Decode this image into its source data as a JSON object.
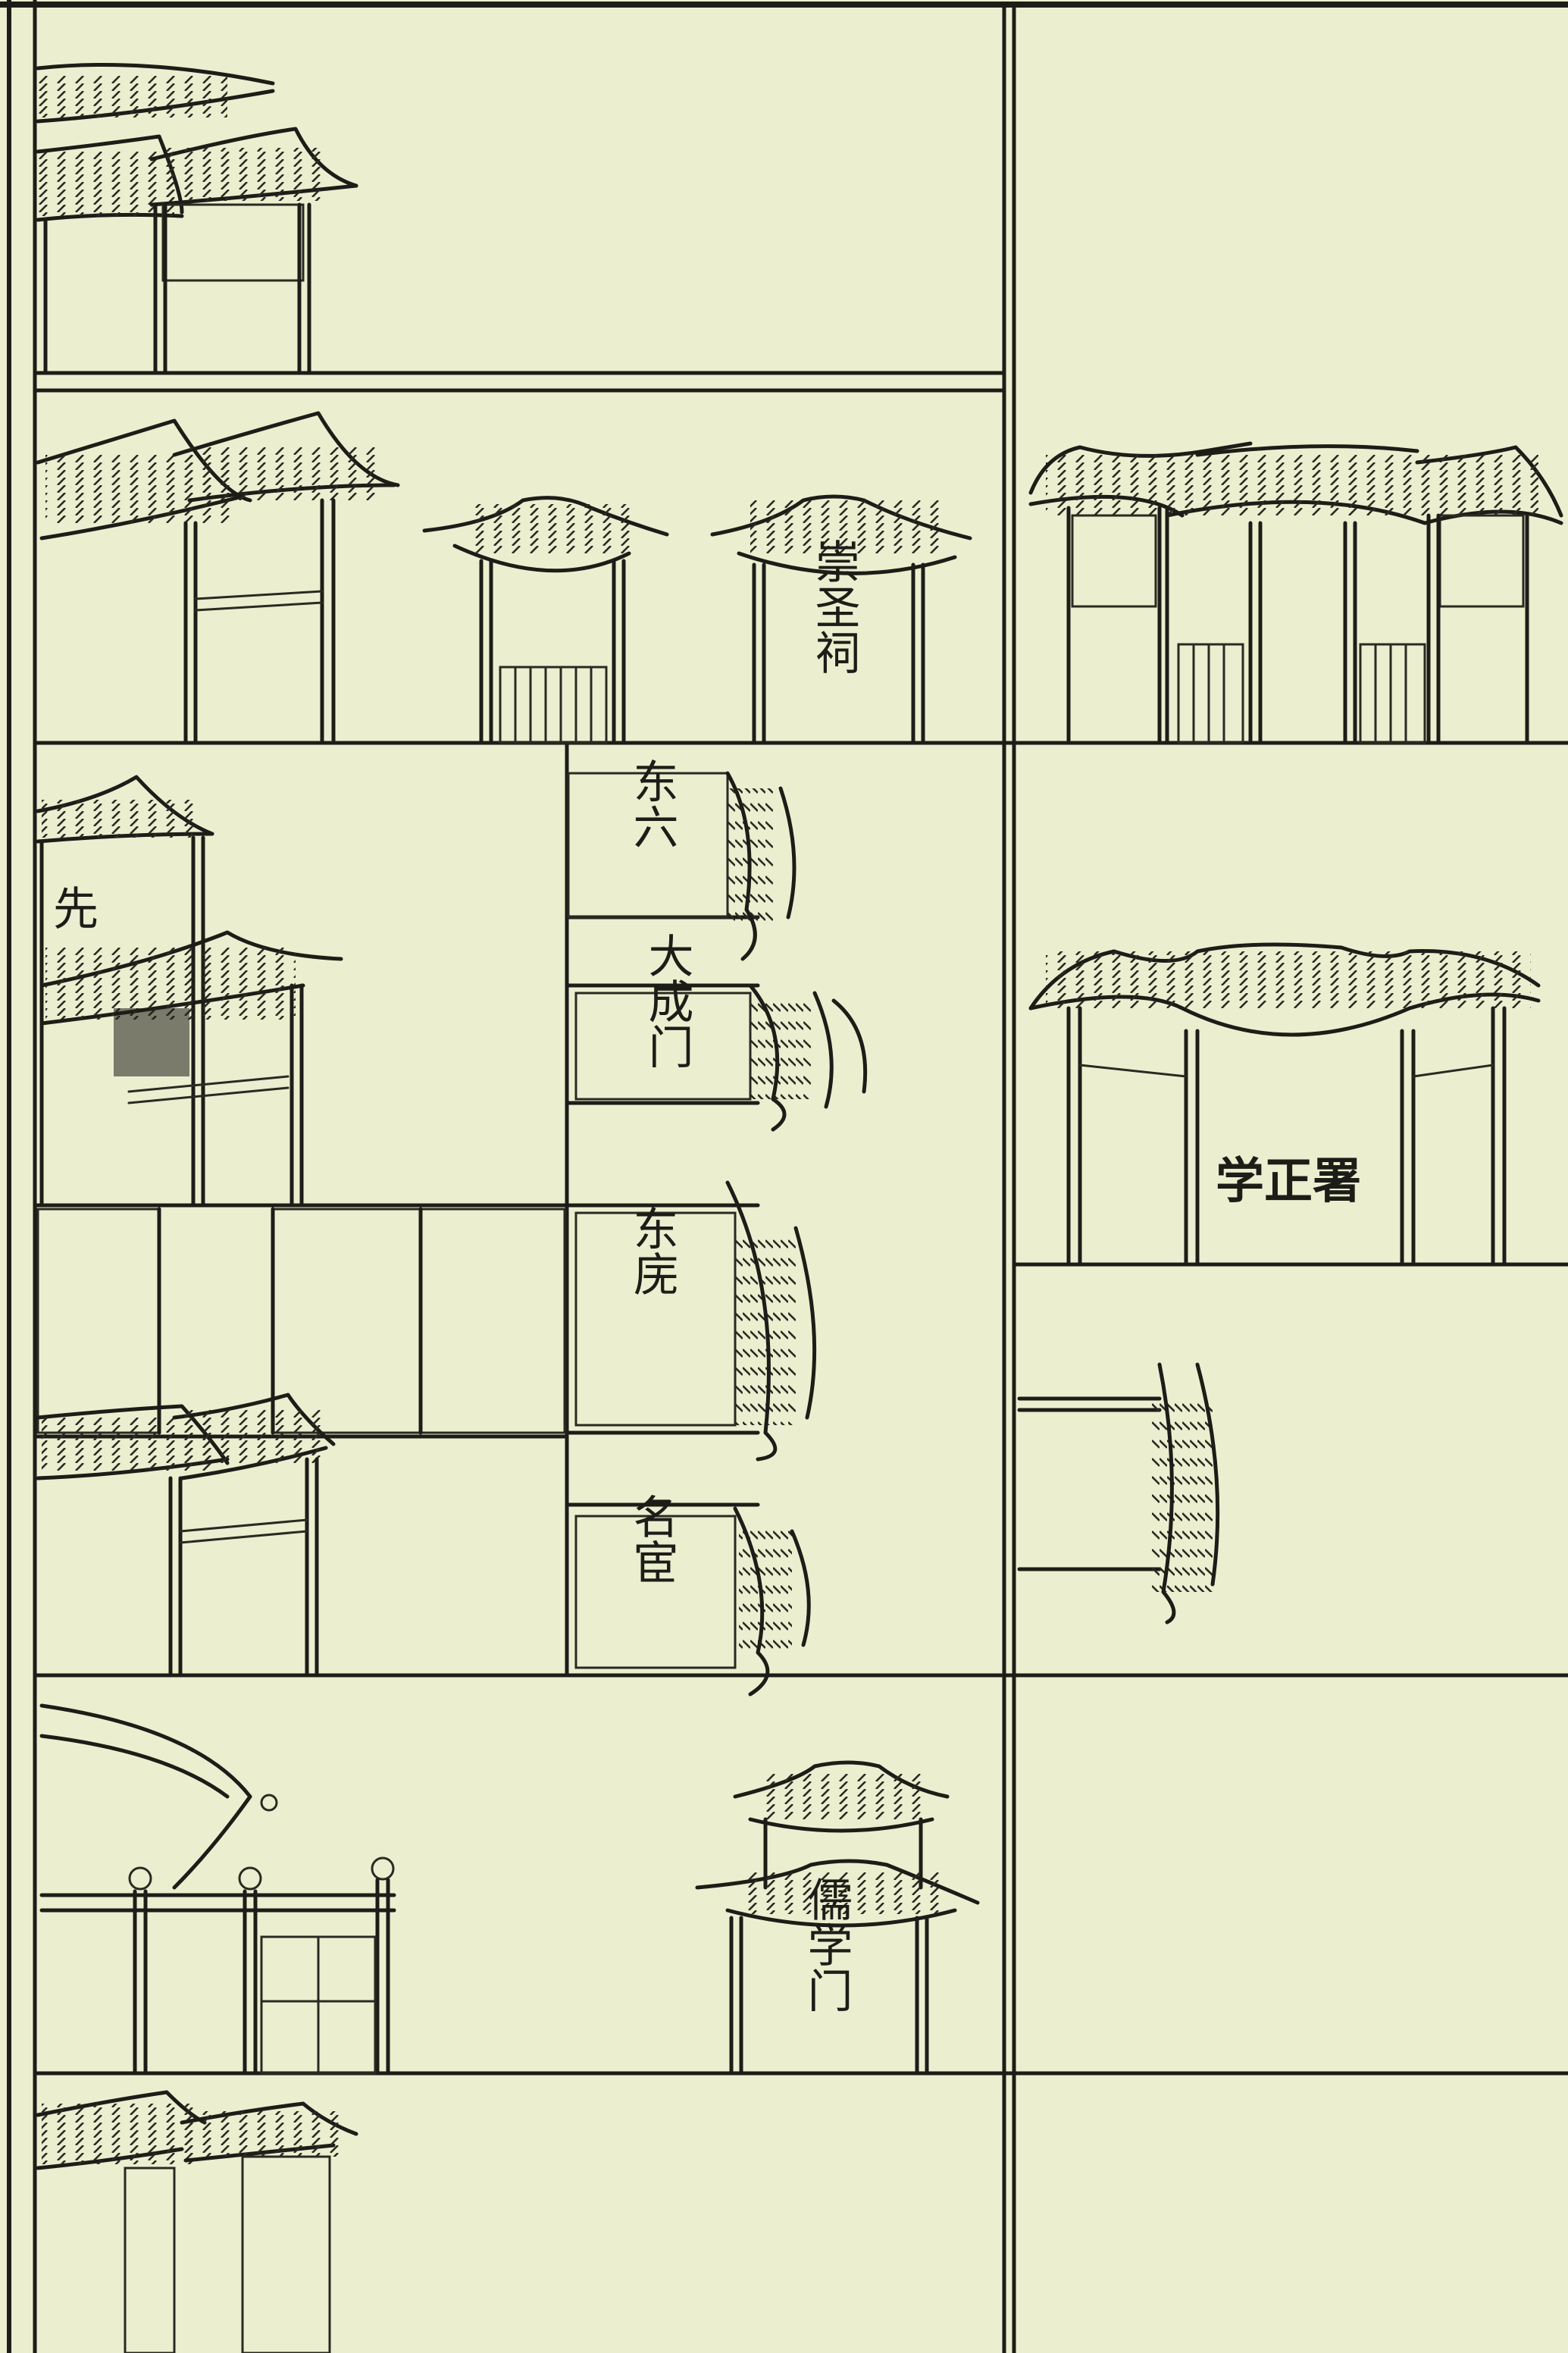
{
  "labels": {
    "chongsheng_ci": "崇圣祠",
    "xian": "先",
    "dong_yuan": "东六",
    "da_cheng_men": "大成门",
    "dong_wu": "东庑",
    "ming_huan": "名宦",
    "ru_xue_men": "儒学门",
    "xue_zheng_shu": "学正署"
  },
  "colors": {
    "paper": "#eceed0",
    "ink": "#1d1d18"
  }
}
